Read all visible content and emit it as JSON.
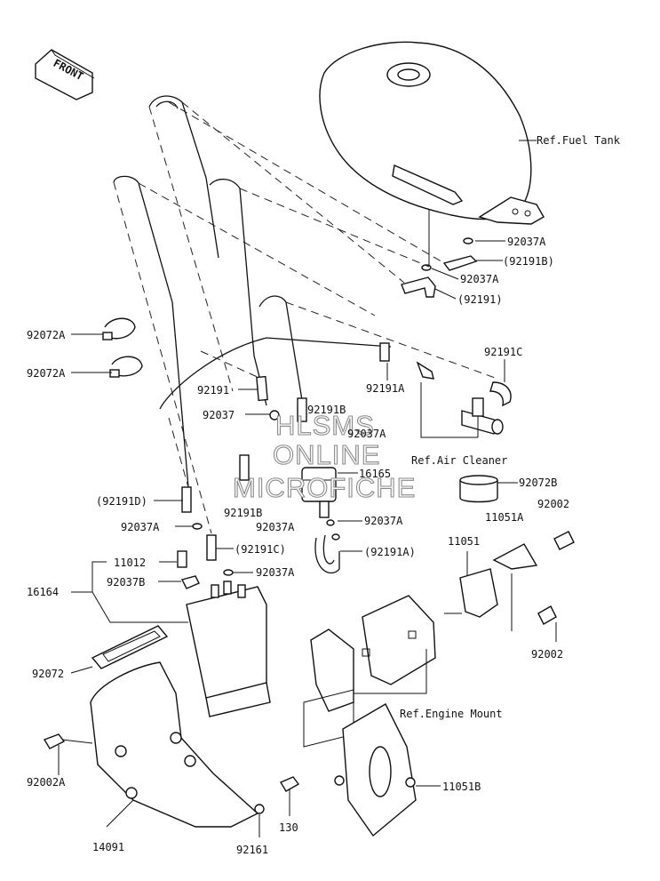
{
  "direction_badge": "FRONT",
  "watermark": [
    "HLSMS",
    "ONLINE",
    "MICROFICHE"
  ],
  "parts": [
    {
      "id": "ref-fuel-tank",
      "text": "Ref.Fuel Tank"
    },
    {
      "id": "92037A-1",
      "text": "92037A"
    },
    {
      "id": "92191B-p",
      "text": "(92191B)"
    },
    {
      "id": "92037A-2",
      "text": "92037A"
    },
    {
      "id": "92191-p",
      "text": "(92191)"
    },
    {
      "id": "92072A-1",
      "text": "92072A"
    },
    {
      "id": "92072A-2",
      "text": "92072A"
    },
    {
      "id": "92191C",
      "text": "92191C"
    },
    {
      "id": "92191A",
      "text": "92191A"
    },
    {
      "id": "92191",
      "text": "92191"
    },
    {
      "id": "92037",
      "text": "92037"
    },
    {
      "id": "92191B-top",
      "text": "92191B"
    },
    {
      "id": "92037A-3",
      "text": "92037A"
    },
    {
      "id": "ref-air-cleaner",
      "text": "Ref.Air Cleaner"
    },
    {
      "id": "16165",
      "text": "16165"
    },
    {
      "id": "92072B",
      "text": "92072B"
    },
    {
      "id": "92191D-p",
      "text": "(92191D)"
    },
    {
      "id": "92191B",
      "text": "92191B"
    },
    {
      "id": "92037A-4",
      "text": "92037A"
    },
    {
      "id": "92037A-5",
      "text": "92037A"
    },
    {
      "id": "11051A",
      "text": "11051A"
    },
    {
      "id": "92002-1",
      "text": "92002"
    },
    {
      "id": "92037A-6",
      "text": "92037A"
    },
    {
      "id": "92191C-p",
      "text": "(92191C)"
    },
    {
      "id": "92191A-p",
      "text": "(92191A)"
    },
    {
      "id": "11051",
      "text": "11051"
    },
    {
      "id": "11012",
      "text": "11012"
    },
    {
      "id": "92037B",
      "text": "92037B"
    },
    {
      "id": "92037A-7",
      "text": "92037A"
    },
    {
      "id": "16164",
      "text": "16164"
    },
    {
      "id": "92002-2",
      "text": "92002"
    },
    {
      "id": "92072",
      "text": "92072"
    },
    {
      "id": "ref-engine-mount",
      "text": "Ref.Engine Mount"
    },
    {
      "id": "92002A",
      "text": "92002A"
    },
    {
      "id": "11051B",
      "text": "11051B"
    },
    {
      "id": "130",
      "text": "130"
    },
    {
      "id": "14091",
      "text": "14091"
    },
    {
      "id": "92161",
      "text": "92161"
    }
  ]
}
